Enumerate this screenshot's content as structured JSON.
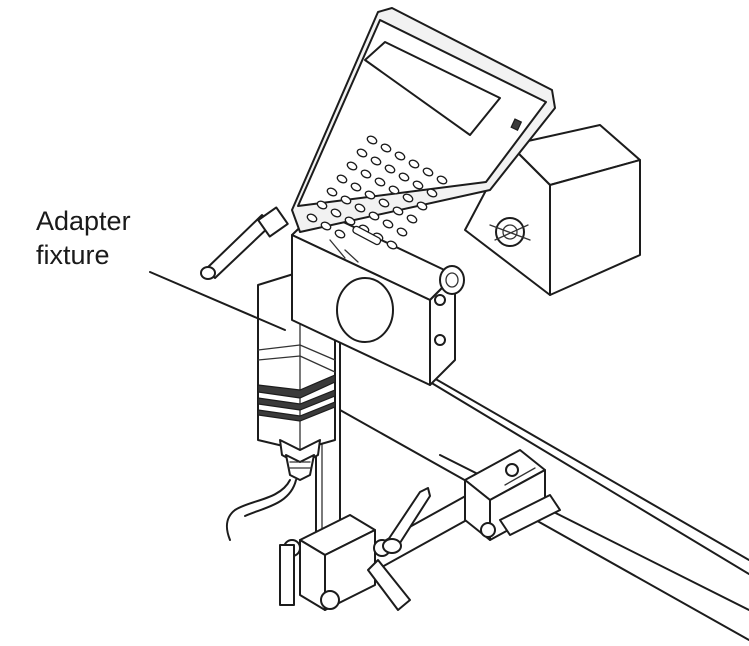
{
  "callout": {
    "label_line1": "Adapter",
    "label_line2": "fixture"
  },
  "icons": [
    "inkjet-printhead-unit",
    "adapter-fixture",
    "handheld-controller-keypad",
    "mounting-clamp",
    "lever-handle",
    "conveyor-rail"
  ],
  "colors": {
    "line": "#1c1c1c",
    "background": "#ffffff"
  }
}
